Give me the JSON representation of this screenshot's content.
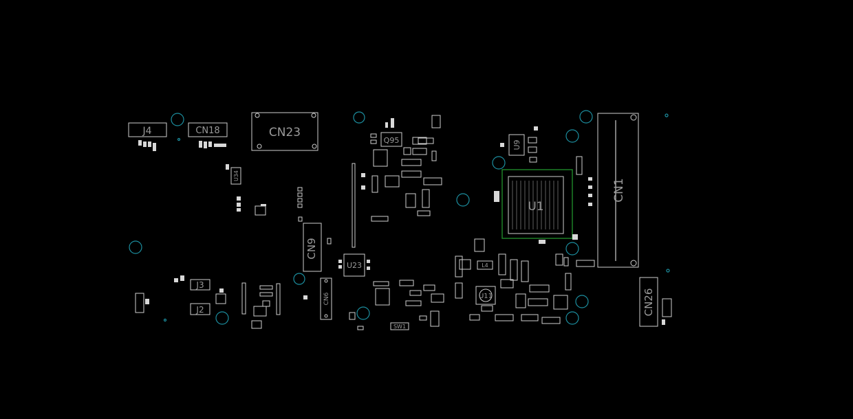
{
  "colors": {
    "background": "#000000",
    "silkscreen": "#cfcfcf",
    "label": "#9a9a9a",
    "mounting_hole": "#1c8fa0",
    "highlight": "#1f8a2a"
  },
  "labels": {
    "J4": "J4",
    "CN18": "CN18",
    "CN23": "CN23",
    "CN1": "CN1",
    "U1": "U1",
    "U9": "U9",
    "U34": "U34",
    "CN9": "CN9",
    "U23": "U23",
    "U11": "U11",
    "CN26": "CN26",
    "J3": "J3",
    "J2": "J2",
    "CN6": "CN6",
    "Q95": "Q95",
    "L4": "L4",
    "SW1": "SW1"
  }
}
